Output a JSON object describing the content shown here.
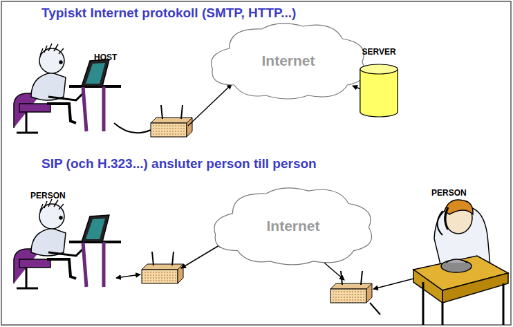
{
  "diagram": {
    "nodes": [
      {
        "text": [
          "Internet"
        ]
      },
      {
        "text": [
          "SERVER"
        ]
      },
      {
        "text": [
          "Internet"
        ]
      }
    ],
    "edges": [
      {
        "from": 0,
        "to": 1,
        "arrow": "to"
      }
    ],
    "labels": [
      "Typiskt Internet protokoll (SMTP, HTTP...)",
      "HOST",
      "SIP (och H.323...) ansluter person till person",
      "PERSON",
      "PERSON"
    ]
  }
}
